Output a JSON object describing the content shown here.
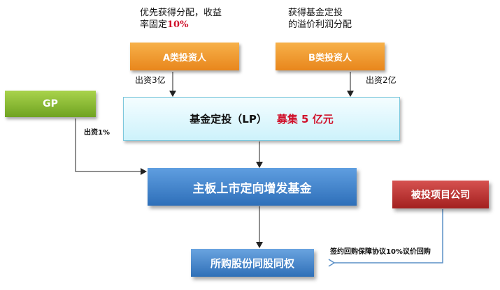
{
  "notes": {
    "a_desc_line1": "优先获得分配，收益",
    "a_desc_line2_prefix": "率固定",
    "a_desc_rate": "10%",
    "b_desc_line1": "获得基金定投",
    "b_desc_line2": "的溢价利润分配",
    "a_contribution": "出资3亿",
    "b_contribution": "出资2亿",
    "gp_contribution": "出资1%",
    "buyback_agreement": "签约回购保障协议10%议价回购"
  },
  "boxes": {
    "investor_a": "A类投资人",
    "investor_b": "B类投资人",
    "gp": "GP",
    "fund_name": "基金定投（LP）",
    "fund_raise": "募集 5  亿元",
    "main_fund": "主板上市定向增发基金",
    "acquired_shares": "所购股份同股同权",
    "invested_company": "被投项目公司"
  },
  "colors": {
    "orange": "#e8861c",
    "green": "#6fa321",
    "cyan": "#cdf2fb",
    "blue": "#2e6fb9",
    "red": "#a3201f",
    "highlight": "#d0102a"
  }
}
